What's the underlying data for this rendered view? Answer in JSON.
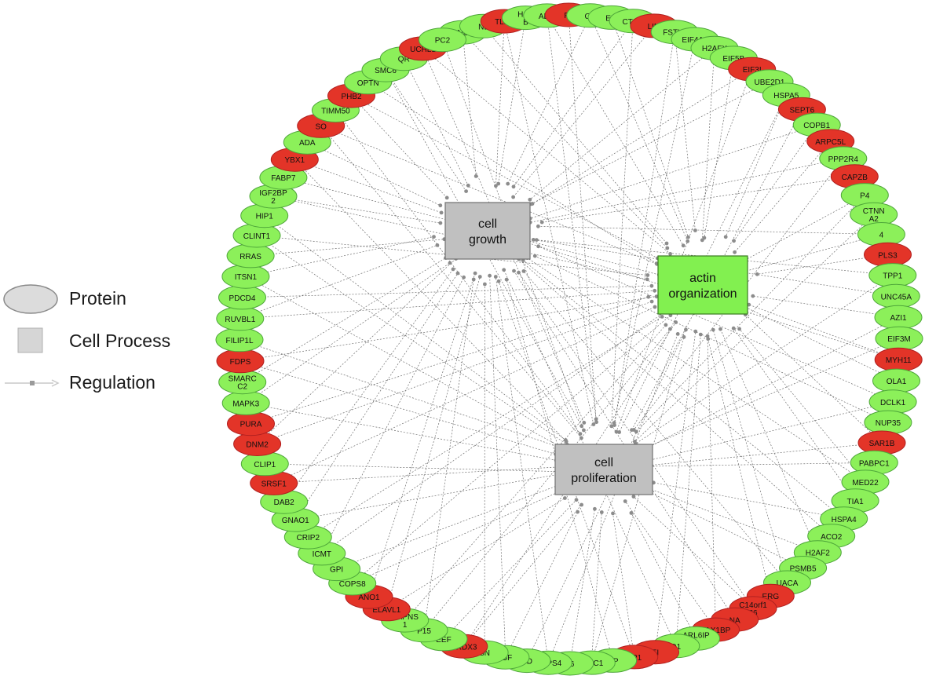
{
  "legend": {
    "protein": "Protein",
    "cell_process": "Cell Process",
    "regulation": "Regulation"
  },
  "colors": {
    "up": "#e33428",
    "down": "#8cf05a",
    "hub_gray": "#c0c0c0",
    "hub_green": "#82f050",
    "edge": "#6f6f6f"
  },
  "processes": [
    {
      "id": "growth",
      "label": [
        "cell",
        "growth"
      ],
      "color": "gray"
    },
    {
      "id": "actin",
      "label": [
        "actin",
        "organization"
      ],
      "color": "green"
    },
    {
      "id": "prolif",
      "label": [
        "cell",
        "proliferation"
      ],
      "color": "gray"
    }
  ],
  "proteins": [
    {
      "label": "SND1",
      "c": "g"
    },
    {
      "label": "NL",
      "c": "g"
    },
    {
      "label": "TLN1",
      "c": "r"
    },
    {
      "label": "HSP\nB",
      "c": "g"
    },
    {
      "label": "ABI2",
      "c": "g"
    },
    {
      "label": "F2",
      "c": "r"
    },
    {
      "label": "CD",
      "c": "g"
    },
    {
      "label": "EIF",
      "c": "g"
    },
    {
      "label": "CTSD",
      "c": "g"
    },
    {
      "label": "LIM",
      "c": "r"
    },
    {
      "label": "FSTL1",
      "c": "g"
    },
    {
      "label": "EIF4A1",
      "c": "g"
    },
    {
      "label": "H2AFX",
      "c": "g"
    },
    {
      "label": "EIF5B",
      "c": "g"
    },
    {
      "label": "EIF3I",
      "c": "r"
    },
    {
      "label": "UBE2D1",
      "c": "g"
    },
    {
      "label": "HSPA5",
      "c": "g"
    },
    {
      "label": "SEPT6",
      "c": "r"
    },
    {
      "label": "COPB1",
      "c": "g"
    },
    {
      "label": "ARPC5L",
      "c": "r"
    },
    {
      "label": "PPP2R4",
      "c": "g"
    },
    {
      "label": "CAPZB",
      "c": "r"
    },
    {
      "label": "P4",
      "c": "g"
    },
    {
      "label": "CTNN\nA2",
      "c": "g"
    },
    {
      "label": "4",
      "c": "g"
    },
    {
      "label": "PLS3",
      "c": "r"
    },
    {
      "label": "TPP1",
      "c": "g"
    },
    {
      "label": "UNC45A",
      "c": "g"
    },
    {
      "label": "AZI1",
      "c": "g"
    },
    {
      "label": "EIF3M",
      "c": "g"
    },
    {
      "label": "MYH11",
      "c": "r"
    },
    {
      "label": "OLA1",
      "c": "g"
    },
    {
      "label": "DCLK1",
      "c": "g"
    },
    {
      "label": "NUP35",
      "c": "g"
    },
    {
      "label": "SAR1B",
      "c": "r"
    },
    {
      "label": "PABPC1",
      "c": "g"
    },
    {
      "label": "MED22",
      "c": "g"
    },
    {
      "label": "TIA1",
      "c": "g"
    },
    {
      "label": "HSPA4",
      "c": "g"
    },
    {
      "label": "ACO2",
      "c": "g"
    },
    {
      "label": "H2AF2",
      "c": "g"
    },
    {
      "label": "PSMB5",
      "c": "g"
    },
    {
      "label": "UACA",
      "c": "g"
    },
    {
      "label": "ERG",
      "c": "r"
    },
    {
      "label": "C14orf1\n66",
      "c": "r"
    },
    {
      "label": "NA",
      "c": "r"
    },
    {
      "label": "TAX1BP",
      "c": "r"
    },
    {
      "label": "ARL6IP\n1",
      "c": "g"
    },
    {
      "label": "D1",
      "c": "g"
    },
    {
      "label": "EI",
      "c": "r"
    },
    {
      "label": "SP1",
      "c": "r"
    },
    {
      "label": "RP",
      "c": "g"
    },
    {
      "label": "GIPC1",
      "c": "g"
    },
    {
      "label": "26",
      "c": "g"
    },
    {
      "label": "COPS4",
      "c": "g"
    },
    {
      "label": "PD",
      "c": "g"
    },
    {
      "label": "IGF",
      "c": "g"
    },
    {
      "label": "SN",
      "c": "g"
    },
    {
      "label": "PRDX3",
      "c": "r"
    },
    {
      "label": "EEF",
      "c": "g"
    },
    {
      "label": "P15",
      "c": "g"
    },
    {
      "label": "CAPNS\n1",
      "c": "g"
    },
    {
      "label": "ELAVL1",
      "c": "r"
    },
    {
      "label": "ANO1",
      "c": "r"
    },
    {
      "label": "COPS8",
      "c": "g"
    },
    {
      "label": "GPI",
      "c": "g"
    },
    {
      "label": "ICMT",
      "c": "g"
    },
    {
      "label": "CRIP2",
      "c": "g"
    },
    {
      "label": "GNAO1",
      "c": "g"
    },
    {
      "label": "DAB2",
      "c": "g"
    },
    {
      "label": "SRSF1",
      "c": "r"
    },
    {
      "label": "CLIP1",
      "c": "g"
    },
    {
      "label": "DNM2",
      "c": "r"
    },
    {
      "label": "PURA",
      "c": "r"
    },
    {
      "label": "MAPK3",
      "c": "g"
    },
    {
      "label": "SMARC\nC2",
      "c": "g"
    },
    {
      "label": "FDPS",
      "c": "r"
    },
    {
      "label": "FILIP1L",
      "c": "g"
    },
    {
      "label": "RUVBL1",
      "c": "g"
    },
    {
      "label": "PDCD4",
      "c": "g"
    },
    {
      "label": "ITSN1",
      "c": "g"
    },
    {
      "label": "RRAS",
      "c": "g"
    },
    {
      "label": "CLINT1",
      "c": "g"
    },
    {
      "label": "HIP1",
      "c": "g"
    },
    {
      "label": "IGF2BP\n2",
      "c": "g"
    },
    {
      "label": "FABP7",
      "c": "g"
    },
    {
      "label": "YBX1",
      "c": "r"
    },
    {
      "label": "ADA",
      "c": "g"
    },
    {
      "label": "SO",
      "c": "r"
    },
    {
      "label": "TIMM50",
      "c": "g"
    },
    {
      "label": "PHB2",
      "c": "r"
    },
    {
      "label": "OPTN",
      "c": "g"
    },
    {
      "label": "SMC6",
      "c": "g"
    },
    {
      "label": "QR",
      "c": "g"
    },
    {
      "label": "UCHL1",
      "c": "r"
    },
    {
      "label": "PC2",
      "c": "g"
    }
  ]
}
